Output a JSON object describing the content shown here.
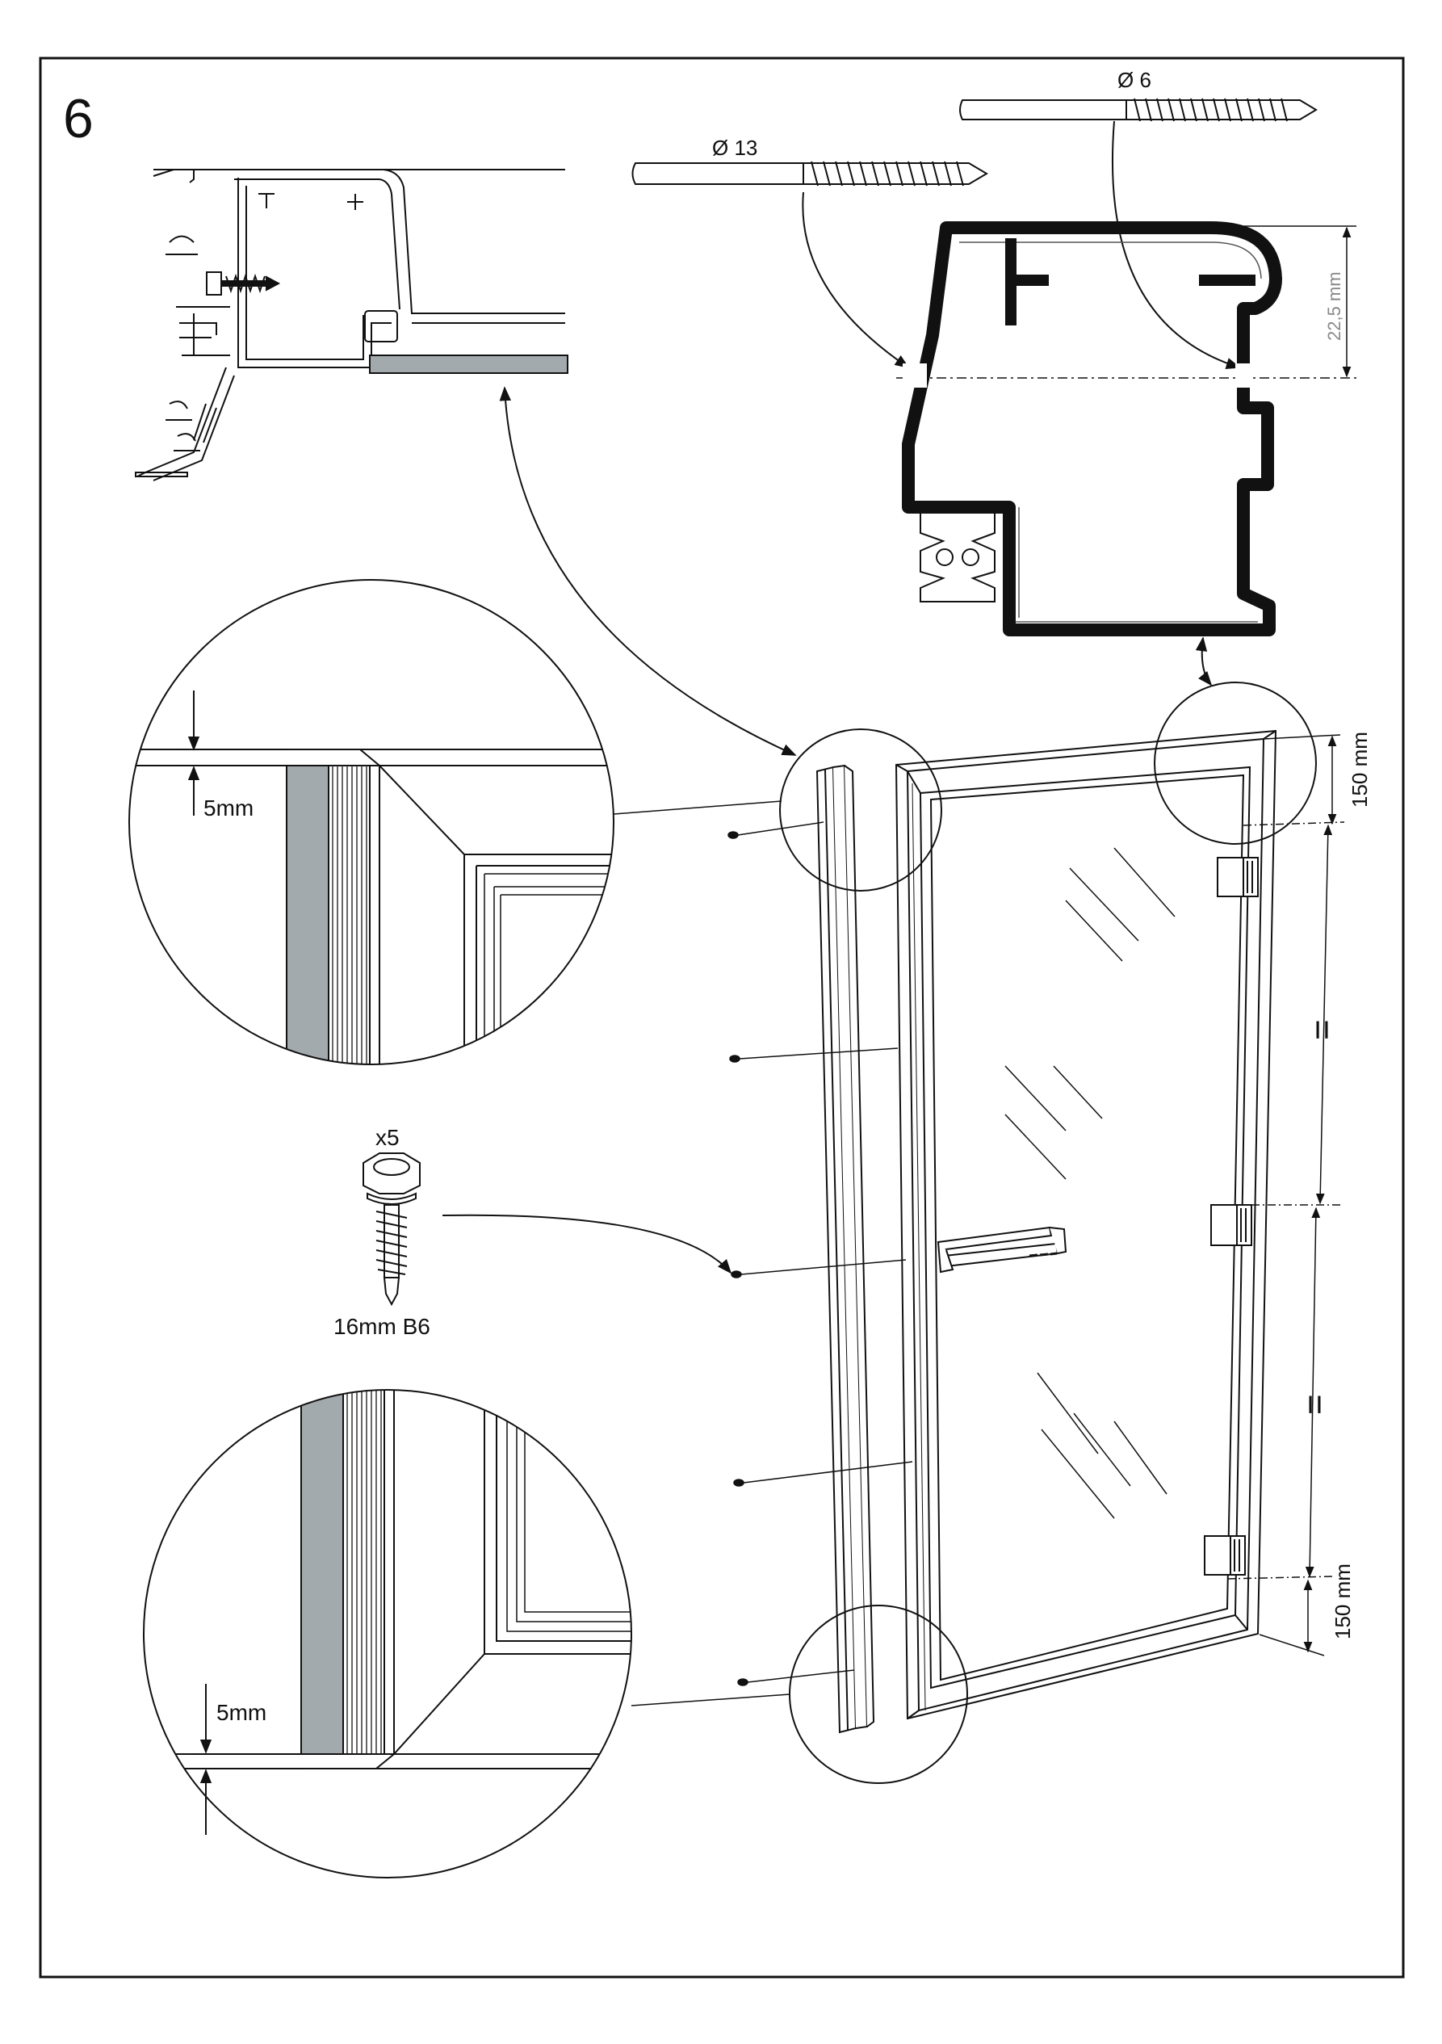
{
  "step_number": "6",
  "screws": {
    "large": {
      "label": "Ø 13"
    },
    "small": {
      "label": "Ø 6"
    }
  },
  "profile_dimension": "22,5 mm",
  "zoom_top": {
    "gap_label": "5mm"
  },
  "zoom_bottom": {
    "gap_label": "5mm"
  },
  "fastener": {
    "quantity": "x5",
    "spec": "16mm B6"
  },
  "hinge_spacing": {
    "top_offset": "150 mm",
    "bottom_offset": "150 mm",
    "equal_mark_1": "=",
    "equal_mark_2": "="
  },
  "colors": {
    "line": "#111111",
    "seal_grey": "#a3aaad",
    "dimension_grey": "#888888"
  }
}
